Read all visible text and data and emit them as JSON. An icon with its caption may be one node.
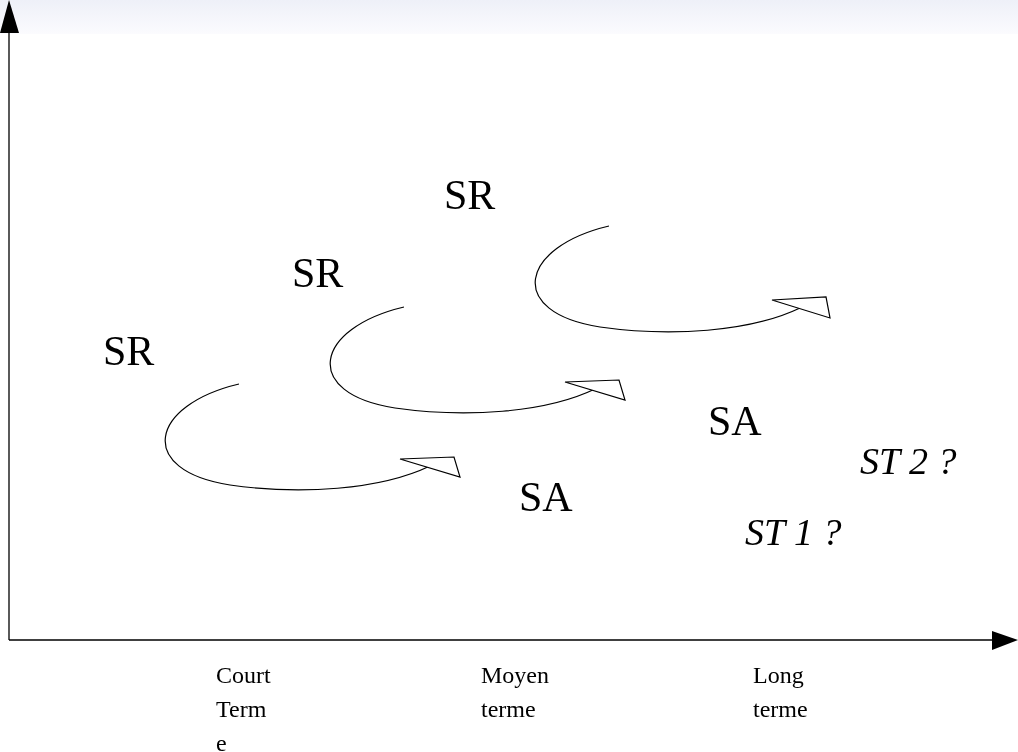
{
  "diagram": {
    "labels": [
      "SR",
      "SR",
      "SR",
      "SA",
      "SA",
      "ST 2 ?",
      "ST 1 ?",
      "Court Terme",
      "Moyen terme",
      "Long terme"
    ]
  }
}
